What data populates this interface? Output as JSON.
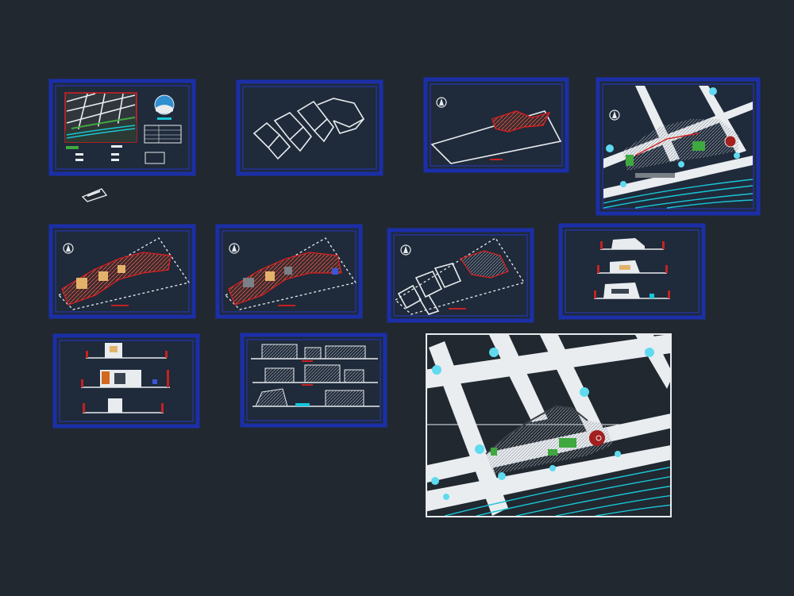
{
  "viewport": {
    "background": "#212830"
  },
  "colors": {
    "frame": "#1b2fa8",
    "lines": "#e8ecef",
    "red": "#d92020",
    "cyan": "#19c6d6",
    "green": "#3fa83f"
  },
  "sheets": [
    {
      "name": "sheet-cover-location"
    },
    {
      "name": "sheet-volumetry"
    },
    {
      "name": "sheet-site-outline"
    },
    {
      "name": "sheet-master-plan"
    },
    {
      "name": "sheet-floor-plan-1"
    },
    {
      "name": "sheet-floor-plan-2"
    },
    {
      "name": "sheet-floor-plan-3"
    },
    {
      "name": "sheet-sections-a"
    },
    {
      "name": "sheet-sections-b"
    },
    {
      "name": "sheet-elevations"
    },
    {
      "name": "detail-site-plan"
    }
  ]
}
